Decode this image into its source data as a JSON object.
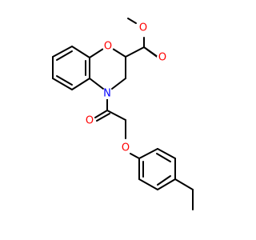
{
  "molecule": {
    "atoms": {
      "ring_oxygen": "O",
      "ring_nitrogen": "N",
      "ester_carbonyl_oxygen": "O",
      "ester_methoxy_oxygen": "O",
      "amide_carbonyl_oxygen": "O",
      "ether_oxygen": "O"
    },
    "colors": {
      "bond": "#000000",
      "oxygen": "#ff0000",
      "nitrogen": "#0000ff"
    }
  }
}
